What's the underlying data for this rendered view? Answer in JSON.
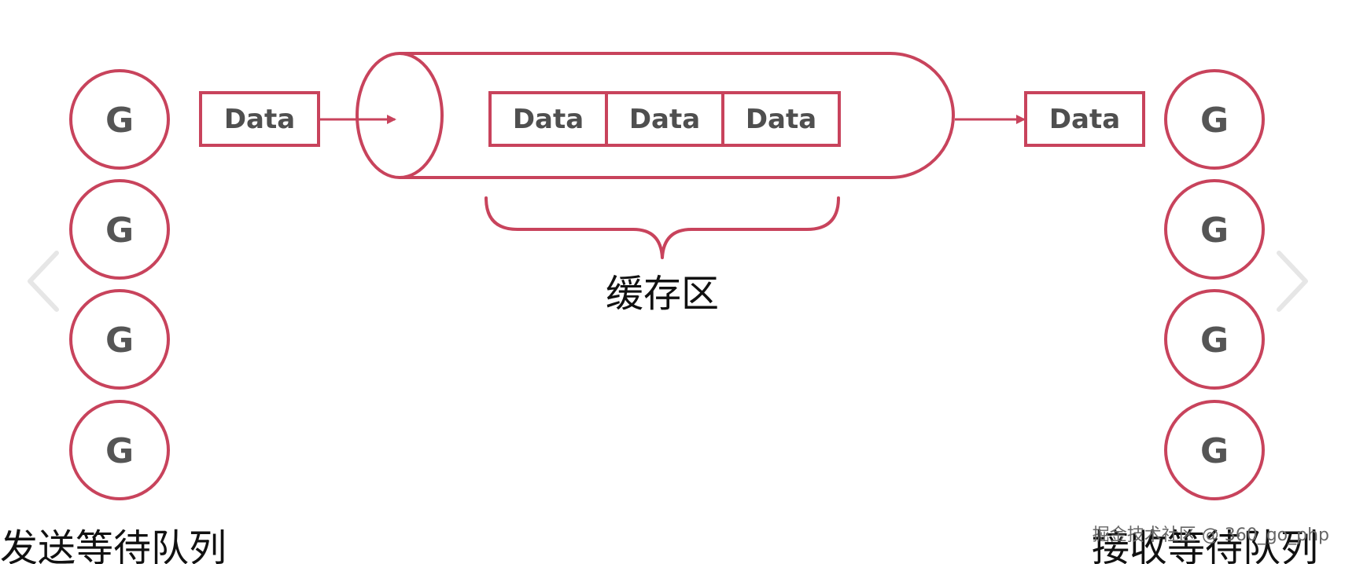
{
  "colors": {
    "accent": "#c8435c",
    "text_dark": "#4f4f4f",
    "nav_arrow": "#e6e6e6"
  },
  "goroutine_label": "G",
  "sender": {
    "queue_label": "发送等待队列",
    "goroutines": [
      "G",
      "G",
      "G",
      "G"
    ],
    "outgoing_data": "Data"
  },
  "channel": {
    "buffer_items": [
      "Data",
      "Data",
      "Data"
    ],
    "buffer_label": "缓存区"
  },
  "receiver": {
    "queue_label": "接收等待队列",
    "goroutines": [
      "G",
      "G",
      "G",
      "G"
    ],
    "incoming_data": "Data"
  },
  "navigation": {
    "prev_icon": "chevron-left-icon",
    "next_icon": "chevron-right-icon"
  },
  "watermark": "掘金技术社区 @ 360_go_php"
}
